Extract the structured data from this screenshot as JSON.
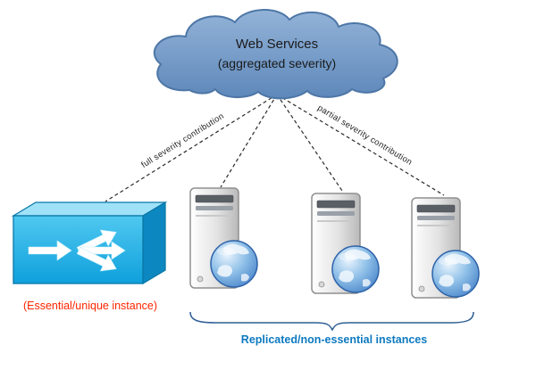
{
  "cloud": {
    "title": "Web Services",
    "subtitle": "(aggregated severity)"
  },
  "links": {
    "left_label": "full severity contribution",
    "right_label": "partial severity contribution"
  },
  "labels": {
    "essential": "(Essential/unique instance)",
    "replicated": "Replicated/non-essential instances"
  },
  "colors": {
    "cloud_fill_top": "#8fafd4",
    "cloud_fill_bottom": "#5e88ba",
    "cloud_stroke": "#4d76a6",
    "box_cyan": "#29b2e8",
    "line": "#2b2b2b",
    "essential_text": "#ff2600",
    "replicated_text": "#0e7ac0",
    "brace": "#2f5f96"
  }
}
